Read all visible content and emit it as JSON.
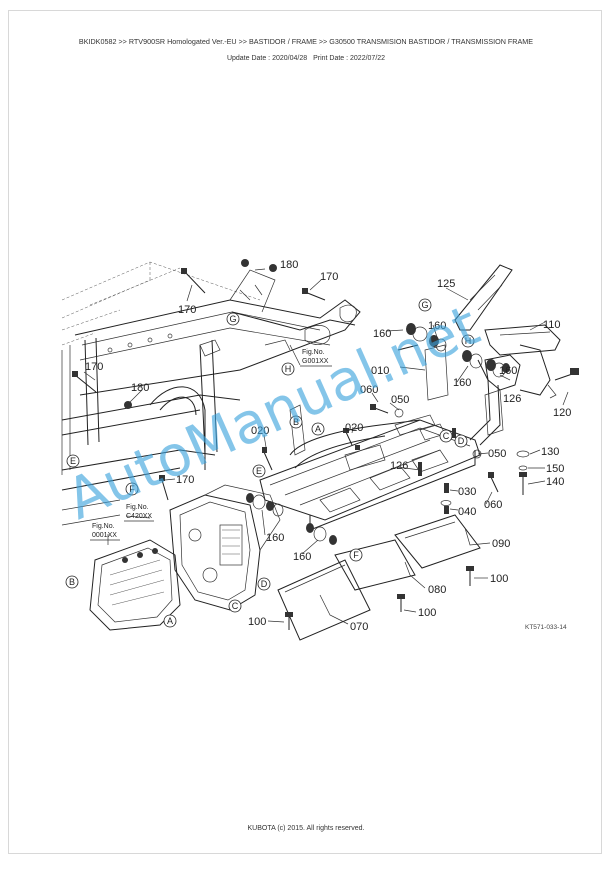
{
  "header": {
    "breadcrumb": "BKIDK0582 >> RTV900SR Homologated Ver.-EU >> BASTIDOR / FRAME >> G30500   TRANSMISION BASTIDOR / TRANSMISSION FRAME",
    "update_date": "Update Date : 2020/04/28",
    "print_date": "Print Date : 2022/07/22"
  },
  "diagram": {
    "part_numbers": [
      "180",
      "170",
      "170",
      "125",
      "110",
      "160",
      "160",
      "010",
      "160",
      "160",
      "126",
      "120",
      "170",
      "180",
      "060",
      "050",
      "020",
      "020",
      "126",
      "130",
      "150",
      "140",
      "050",
      "060",
      "030",
      "040",
      "170",
      "160",
      "160",
      "090",
      "100",
      "080",
      "100",
      "100",
      "070"
    ],
    "letter_callouts": [
      "G",
      "G",
      "H",
      "H",
      "B",
      "A",
      "C",
      "D",
      "E",
      "E",
      "F",
      "F",
      "B",
      "C",
      "D",
      "A"
    ],
    "fig_refs": [
      {
        "label": "Fig.No.",
        "code": "G001XX"
      },
      {
        "label": "Fig.No.",
        "code": "C420XX"
      },
      {
        "label": "Fig.No.",
        "code": "0001XX"
      }
    ],
    "drawing_code": "KT571-033-14"
  },
  "watermark": "AutoManual.net",
  "footer": {
    "copyright": "KUBOTA (c) 2015. All rights reserved."
  }
}
